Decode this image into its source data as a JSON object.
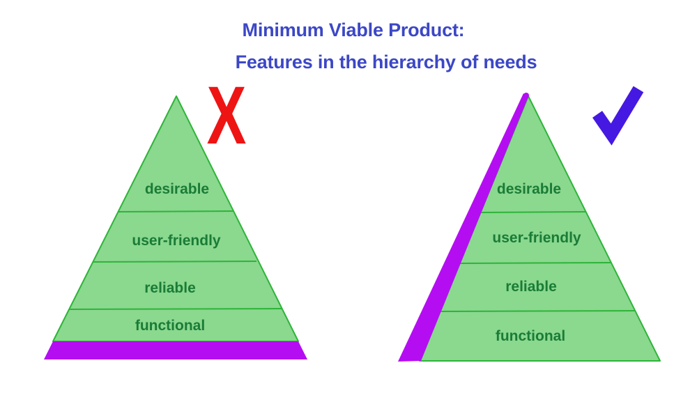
{
  "title": {
    "line1": "Minimum Viable Product:",
    "line2": "Features in the hierarchy of needs"
  },
  "markers": {
    "wrong_mark": "X",
    "right_mark_icon": "checkmark-icon",
    "right_mark_glyph": "✓"
  },
  "pyramids": {
    "left": {
      "marker": "X",
      "levels": [
        "desirable",
        "user-friendly",
        "reliable",
        "functional"
      ],
      "highlight_slice": "horizontal bottom band"
    },
    "right": {
      "marker": "checkmark",
      "levels": [
        "desirable",
        "user-friendly",
        "reliable",
        "functional"
      ],
      "highlight_slice": "vertical left edge band"
    }
  },
  "colors": {
    "background": "#ffffff",
    "title_text": "#3c47c6",
    "pyramid_fill": "#8bd88f",
    "pyramid_outline": "#2db438",
    "level_text": "#1a7c36",
    "highlight_purple": "#b50df2",
    "x_mark_red": "#ee1414",
    "checkmark_blue": "#4519e2"
  }
}
